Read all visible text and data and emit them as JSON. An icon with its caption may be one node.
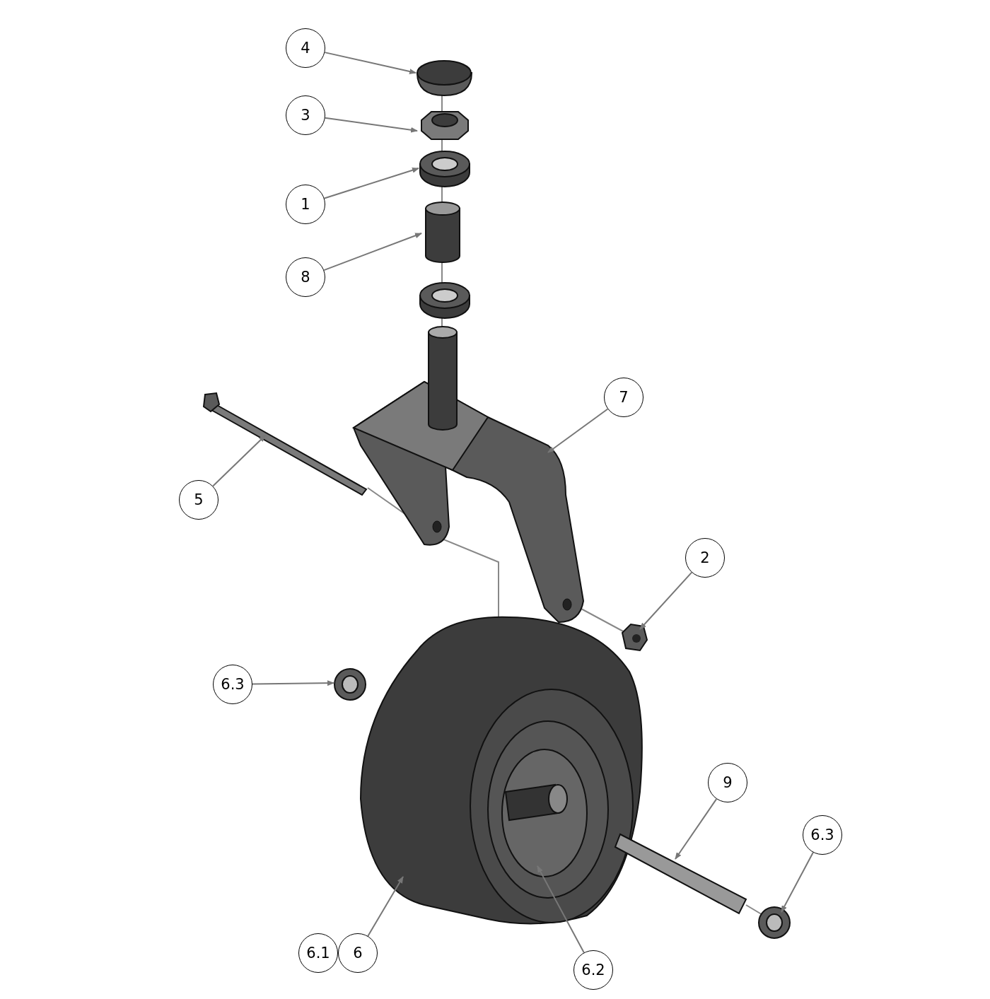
{
  "diagram": {
    "nodes": [
      {
        "text": [
          "4"
        ]
      },
      {
        "text": [
          "3"
        ]
      },
      {
        "text": [
          "1"
        ]
      },
      {
        "text": [
          "8"
        ]
      },
      {
        "text": [
          "7"
        ]
      },
      {
        "text": [
          "5"
        ]
      },
      {
        "text": [
          "2"
        ]
      },
      {
        "text": [
          "6.3"
        ]
      },
      {
        "text": [
          "9"
        ]
      },
      {
        "text": [
          "6.3"
        ]
      },
      {
        "text": [
          "6.1"
        ]
      },
      {
        "text": [
          "6"
        ]
      },
      {
        "text": [
          "6.2"
        ]
      }
    ],
    "edges": [
      {
        "from": 0,
        "to": null,
        "arrow": "to"
      },
      {
        "from": 1,
        "to": null,
        "arrow": "to"
      },
      {
        "from": 2,
        "to": null,
        "arrow": "to"
      },
      {
        "from": 3,
        "to": null,
        "arrow": "to"
      },
      {
        "from": 4,
        "to": null,
        "arrow": "to"
      },
      {
        "from": 5,
        "to": null,
        "arrow": "to"
      },
      {
        "from": 6,
        "to": null,
        "arrow": "to"
      },
      {
        "from": 7,
        "to": null,
        "arrow": "to"
      },
      {
        "from": 8,
        "to": null,
        "arrow": "to"
      },
      {
        "from": 9,
        "to": null,
        "arrow": "to"
      },
      {
        "from": 11,
        "to": null,
        "arrow": "to"
      },
      {
        "from": 12,
        "to": null,
        "arrow": "to"
      }
    ]
  }
}
